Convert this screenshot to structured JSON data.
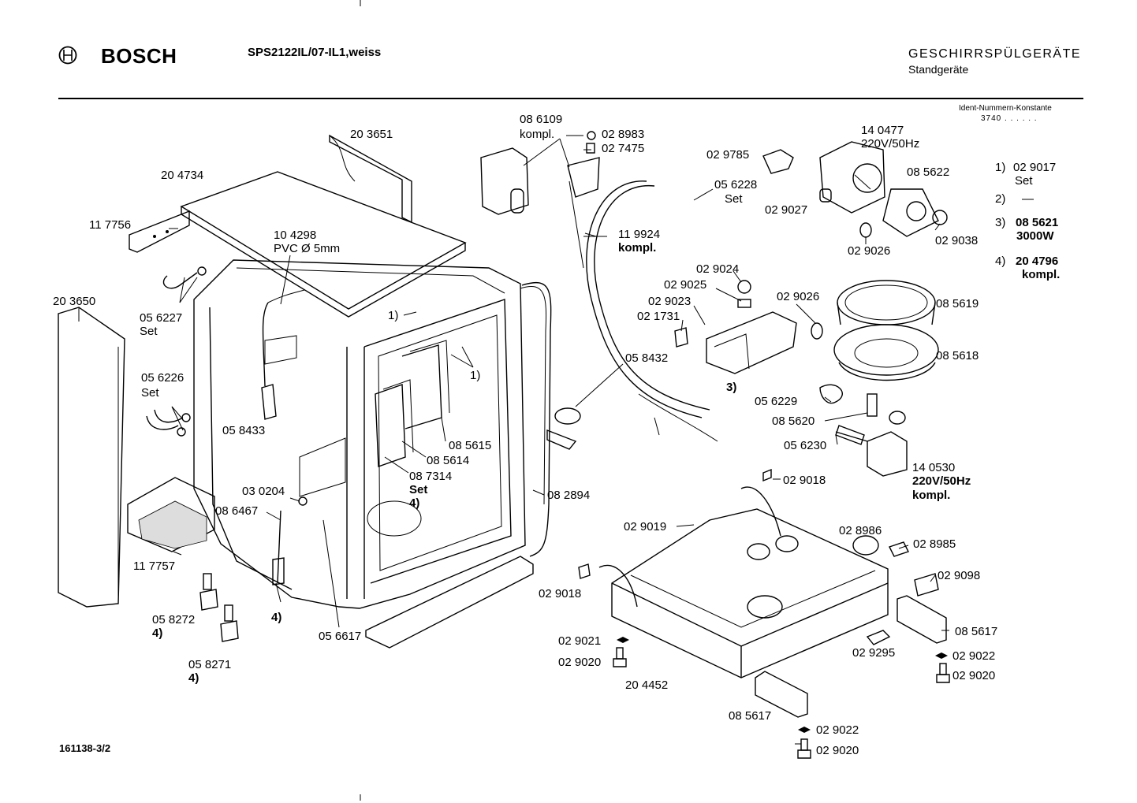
{
  "header": {
    "brand": "BOSCH",
    "model": "SPS2122IL/07-IL1,weiss",
    "category": "GESCHIRRSPÜLGERÄTE",
    "subcategory": "Standgeräte",
    "ident_label": "Ident-Nummern-Konstante",
    "ident_value": "3740  . .   . . . ."
  },
  "footer": {
    "doc_number": "161138-3/2"
  },
  "legend": [
    {
      "num": "1)",
      "text": "02 9017",
      "sub": "Set"
    },
    {
      "num": "2)",
      "text": "—",
      "sub": ""
    },
    {
      "num": "3)",
      "text": "08 5621",
      "sub": "3000W"
    },
    {
      "num": "4)",
      "text": "20 4796",
      "sub": "kompl."
    }
  ],
  "labels": [
    {
      "id": "l_203651",
      "text": "20 3651"
    },
    {
      "id": "l_204734",
      "text": "20 4734"
    },
    {
      "id": "l_117756",
      "text": "11 7756"
    },
    {
      "id": "l_104298",
      "text": "10 4298"
    },
    {
      "id": "l_pvc",
      "text": "PVC Ø 5mm"
    },
    {
      "id": "l_203650",
      "text": "20 3650"
    },
    {
      "id": "l_056227",
      "text": "05 6227"
    },
    {
      "id": "l_set1",
      "text": "Set"
    },
    {
      "id": "l_056226",
      "text": "05 6226"
    },
    {
      "id": "l_set2",
      "text": "Set"
    },
    {
      "id": "l_058433",
      "text": "05 8433"
    },
    {
      "id": "l_030204",
      "text": "03 0204"
    },
    {
      "id": "l_086467",
      "text": "08 6467"
    },
    {
      "id": "l_117757",
      "text": "11 7757"
    },
    {
      "id": "l_058272",
      "text": "05 8272"
    },
    {
      "id": "l_4a",
      "text": "4)"
    },
    {
      "id": "l_058271",
      "text": "05 8271"
    },
    {
      "id": "l_4b",
      "text": "4)"
    },
    {
      "id": "l_4c",
      "text": "4)"
    },
    {
      "id": "l_056617",
      "text": "05 6617"
    },
    {
      "id": "l_1a",
      "text": "1)"
    },
    {
      "id": "l_1b",
      "text": "1)"
    },
    {
      "id": "l_085615",
      "text": "08 5615"
    },
    {
      "id": "l_085614",
      "text": "08 5614"
    },
    {
      "id": "l_087314",
      "text": "08 7314"
    },
    {
      "id": "l_set3",
      "text": "Set"
    },
    {
      "id": "l_4d",
      "text": "4)"
    },
    {
      "id": "l_082894",
      "text": "08 2894"
    },
    {
      "id": "l_086109",
      "text": "08 6109"
    },
    {
      "id": "l_kompl1",
      "text": "kompl."
    },
    {
      "id": "l_028983",
      "text": "02 8983"
    },
    {
      "id": "l_027475",
      "text": "02 7475"
    },
    {
      "id": "l_119924",
      "text": "11 9924"
    },
    {
      "id": "l_kompl2",
      "text": "kompl."
    },
    {
      "id": "l_058432",
      "text": "05 8432"
    },
    {
      "id": "l_029785",
      "text": "02 9785"
    },
    {
      "id": "l_140477",
      "text": "14 0477"
    },
    {
      "id": "l_220a",
      "text": "220V/50Hz"
    },
    {
      "id": "l_056228",
      "text": "05 6228"
    },
    {
      "id": "l_set4",
      "text": "Set"
    },
    {
      "id": "l_029027",
      "text": "02 9027"
    },
    {
      "id": "l_085622",
      "text": "08 5622"
    },
    {
      "id": "l_029026a",
      "text": "02 9026"
    },
    {
      "id": "l_029038",
      "text": "02 9038"
    },
    {
      "id": "l_029024",
      "text": "02 9024"
    },
    {
      "id": "l_029025",
      "text": "02 9025"
    },
    {
      "id": "l_029023",
      "text": "02 9023"
    },
    {
      "id": "l_021731",
      "text": "02 1731"
    },
    {
      "id": "l_029026b",
      "text": "02 9026"
    },
    {
      "id": "l_3",
      "text": "3)"
    },
    {
      "id": "l_085619",
      "text": "08 5619"
    },
    {
      "id": "l_085618",
      "text": "08 5618"
    },
    {
      "id": "l_056229",
      "text": "05 6229"
    },
    {
      "id": "l_085620",
      "text": "08 5620"
    },
    {
      "id": "l_056230",
      "text": "05 6230"
    },
    {
      "id": "l_140530",
      "text": "14 0530"
    },
    {
      "id": "l_220b",
      "text": "220V/50Hz"
    },
    {
      "id": "l_kompl3",
      "text": "kompl."
    },
    {
      "id": "l_029018a",
      "text": "02 9018"
    },
    {
      "id": "l_029019",
      "text": "02 9019"
    },
    {
      "id": "l_028986",
      "text": "02 8986"
    },
    {
      "id": "l_028985",
      "text": "02 8985"
    },
    {
      "id": "l_029098",
      "text": "02 9098"
    },
    {
      "id": "l_029018b",
      "text": "02 9018"
    },
    {
      "id": "l_085617a",
      "text": "08 5617"
    },
    {
      "id": "l_029021",
      "text": "02 9021"
    },
    {
      "id": "l_029020a",
      "text": "02 9020"
    },
    {
      "id": "l_029295",
      "text": "02 9295"
    },
    {
      "id": "l_029022a",
      "text": "02 9022"
    },
    {
      "id": "l_029020b",
      "text": "02 9020"
    },
    {
      "id": "l_204452",
      "text": "20 4452"
    },
    {
      "id": "l_085617b",
      "text": "08 5617"
    },
    {
      "id": "l_029022b",
      "text": "02 9022"
    },
    {
      "id": "l_029020c",
      "text": "02 9020"
    }
  ]
}
